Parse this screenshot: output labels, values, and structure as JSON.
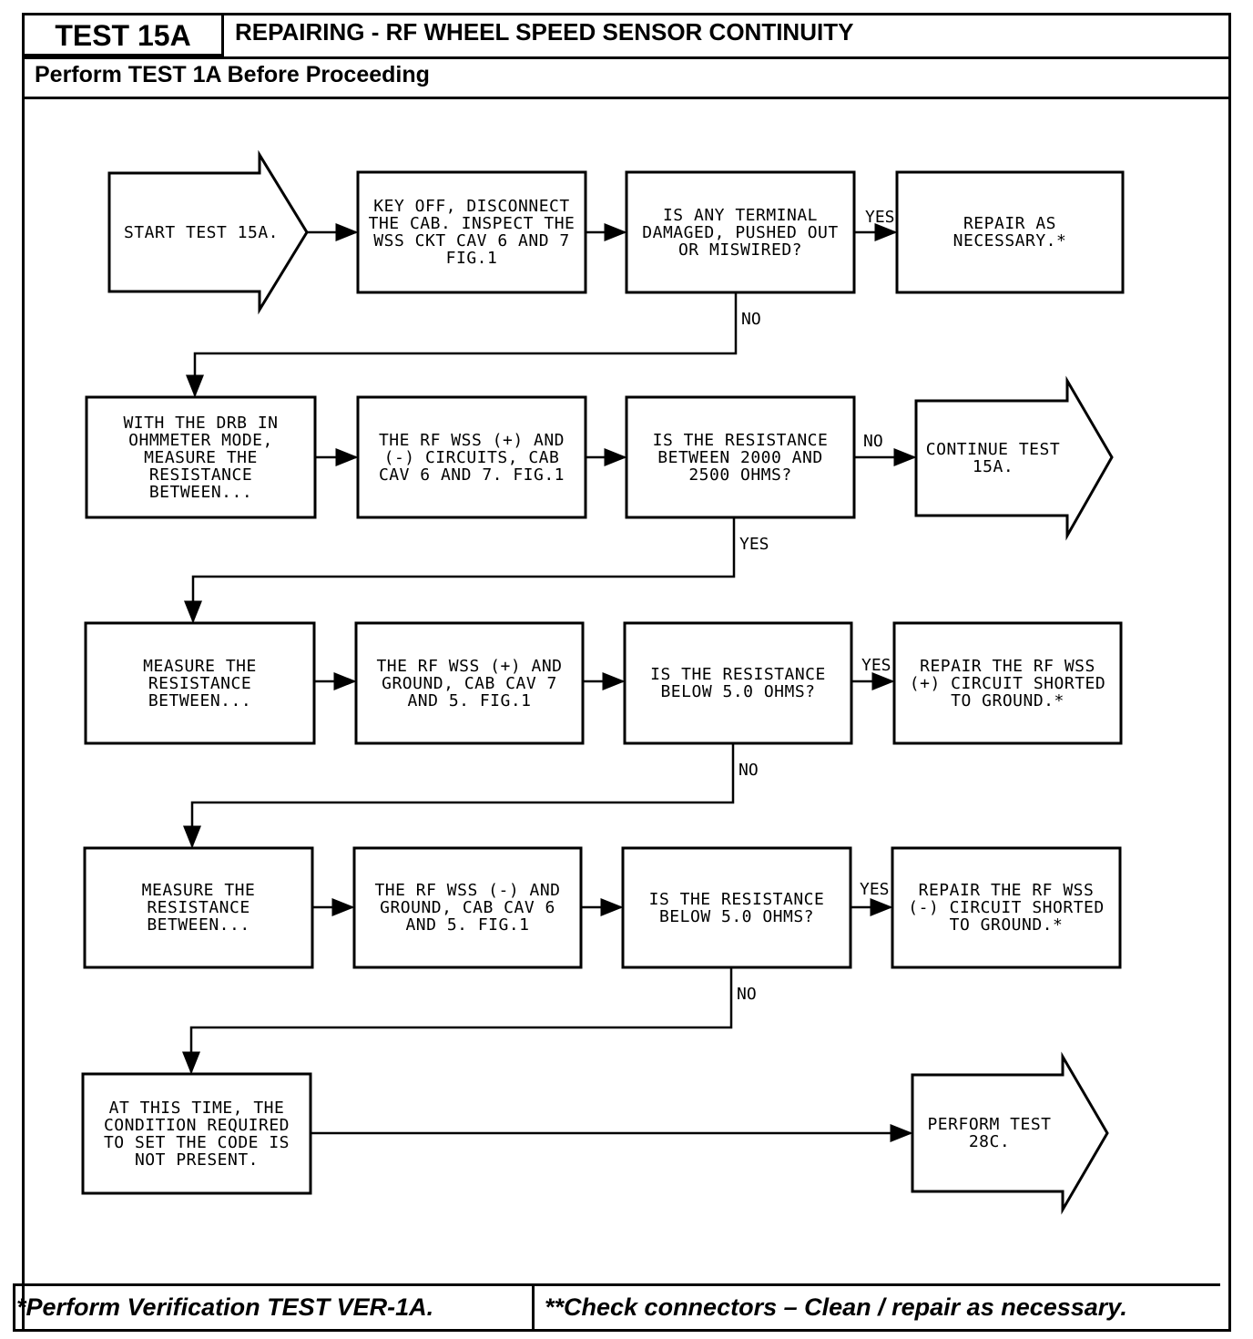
{
  "header": {
    "test_id": "TEST 15A",
    "title": "REPAIRING - RF WHEEL SPEED SENSOR CONTINUITY",
    "subtitle": "Perform TEST 1A Before Proceeding"
  },
  "footer": {
    "left": "*Perform Verification TEST VER-1A.",
    "right": "**Check connectors – Clean / repair as necessary."
  },
  "nodes": {
    "start": "START TEST 15A.",
    "step1": "KEY OFF, DISCONNECT THE CAB. INSPECT THE WSS CKT CAV 6 AND 7 FIG.1",
    "q1": "IS ANY TERMINAL DAMAGED, PUSHED OUT OR MISWIRED?",
    "repair1": "REPAIR AS NECESSARY.*",
    "step2a": "WITH THE DRB IN OHMMETER MODE, MEASURE THE RESISTANCE BETWEEN...",
    "step2b": "THE RF WSS (+) AND (-) CIRCUITS, CAB CAV 6 AND 7. FIG.1",
    "q2": "IS THE RESISTANCE BETWEEN 2000 AND 2500 OHMS?",
    "continue": "CONTINUE TEST 15A.",
    "step3a": "MEASURE THE RESISTANCE BETWEEN...",
    "step3b": "THE RF WSS (+) AND GROUND, CAB CAV 7 AND 5. FIG.1",
    "q3": "IS THE RESISTANCE BELOW 5.0 OHMS?",
    "repair3": "REPAIR THE RF WSS (+) CIRCUIT SHORTED TO GROUND.*",
    "step4a": "MEASURE THE RESISTANCE BETWEEN...",
    "step4b": "THE RF WSS (-) AND GROUND, CAB CAV 6 AND 5. FIG.1",
    "q4": "IS THE RESISTANCE BELOW 5.0 OHMS?",
    "repair4": "REPAIR THE RF WSS (-) CIRCUIT SHORTED TO GROUND.*",
    "final": "AT THIS TIME, THE CONDITION REQUIRED TO SET THE CODE IS NOT PRESENT.",
    "perform": "PERFORM TEST 28C."
  },
  "edge_labels": {
    "yes": "YES",
    "no": "NO"
  }
}
